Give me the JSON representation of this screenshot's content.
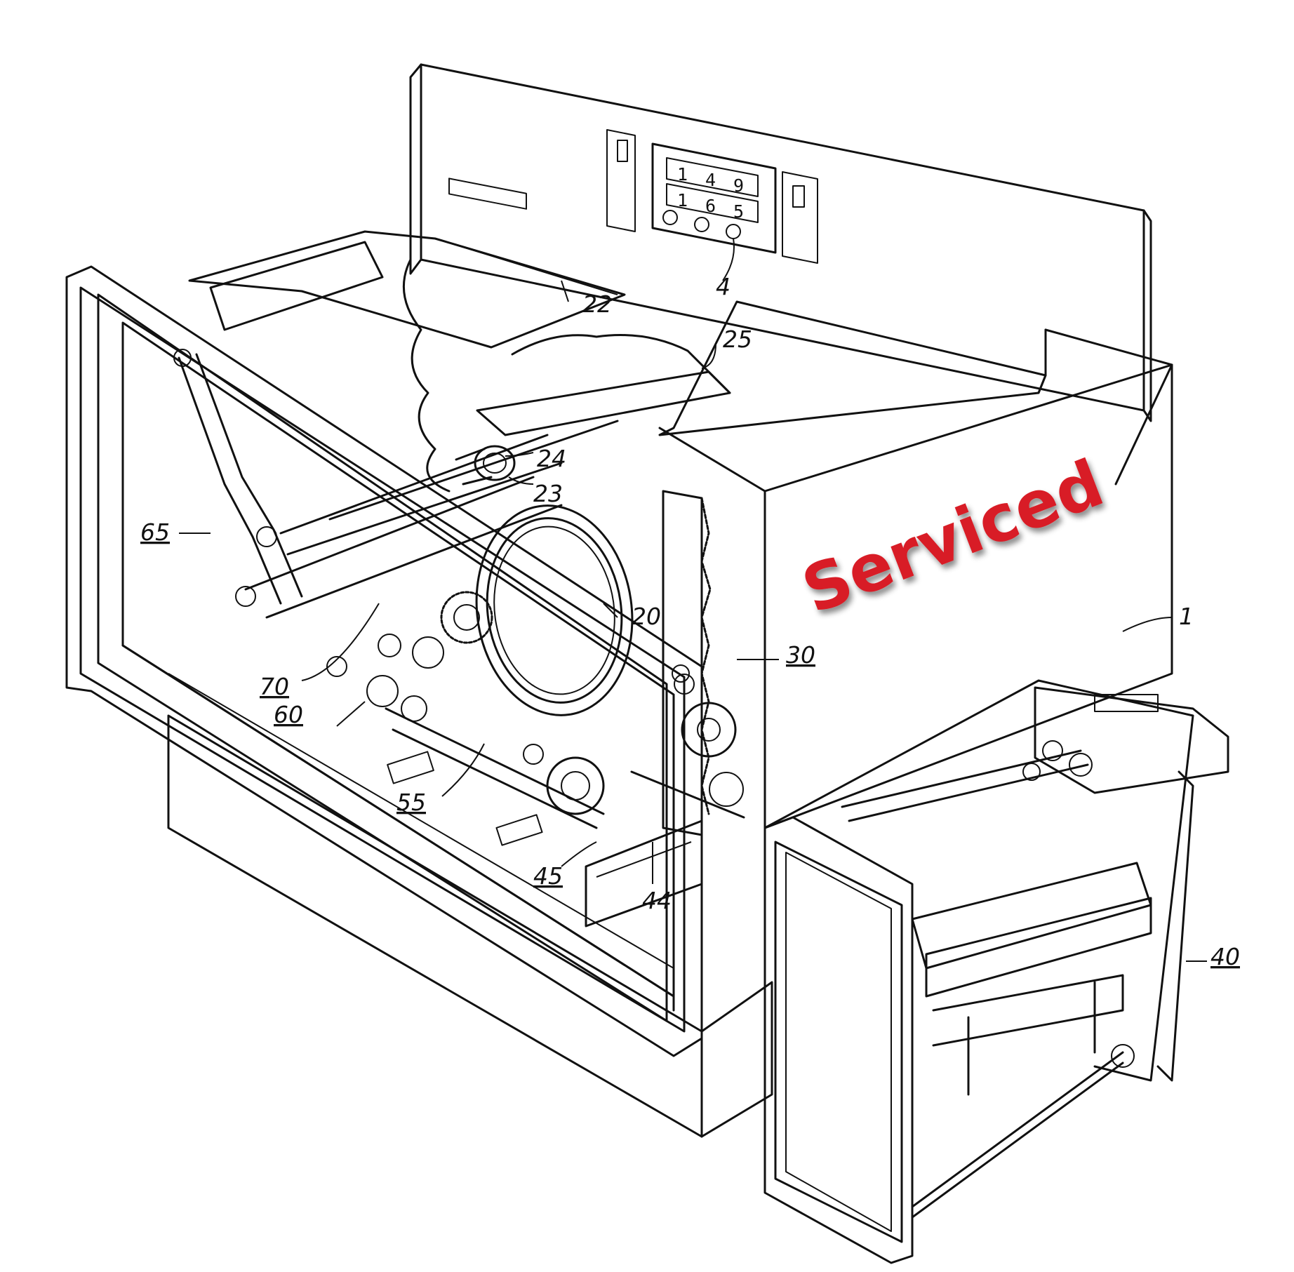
{
  "figure": {
    "reference_numerals": [
      {
        "id": "ref-1",
        "text": "1",
        "underlined": false
      },
      {
        "id": "ref-4",
        "text": "4",
        "underlined": false
      },
      {
        "id": "ref-20",
        "text": "20",
        "underlined": false
      },
      {
        "id": "ref-22",
        "text": "22",
        "underlined": false
      },
      {
        "id": "ref-23",
        "text": "23",
        "underlined": false
      },
      {
        "id": "ref-24",
        "text": "24",
        "underlined": false
      },
      {
        "id": "ref-25",
        "text": "25",
        "underlined": false
      },
      {
        "id": "ref-30",
        "text": "30",
        "underlined": true
      },
      {
        "id": "ref-40",
        "text": "40",
        "underlined": true
      },
      {
        "id": "ref-44",
        "text": "44",
        "underlined": false
      },
      {
        "id": "ref-45",
        "text": "45",
        "underlined": true
      },
      {
        "id": "ref-55",
        "text": "55",
        "underlined": true
      },
      {
        "id": "ref-60",
        "text": "60",
        "underlined": true
      },
      {
        "id": "ref-65",
        "text": "65",
        "underlined": true
      },
      {
        "id": "ref-70",
        "text": "70",
        "underlined": true
      }
    ],
    "control_panel": {
      "counter_row_1": [
        "1",
        "4",
        "9"
      ],
      "counter_row_2": [
        "1",
        "6",
        "5"
      ]
    },
    "stamp": {
      "text": "Serviced",
      "color": "#d81f26"
    }
  },
  "colors": {
    "line": "#111111",
    "background": "#ffffff"
  }
}
